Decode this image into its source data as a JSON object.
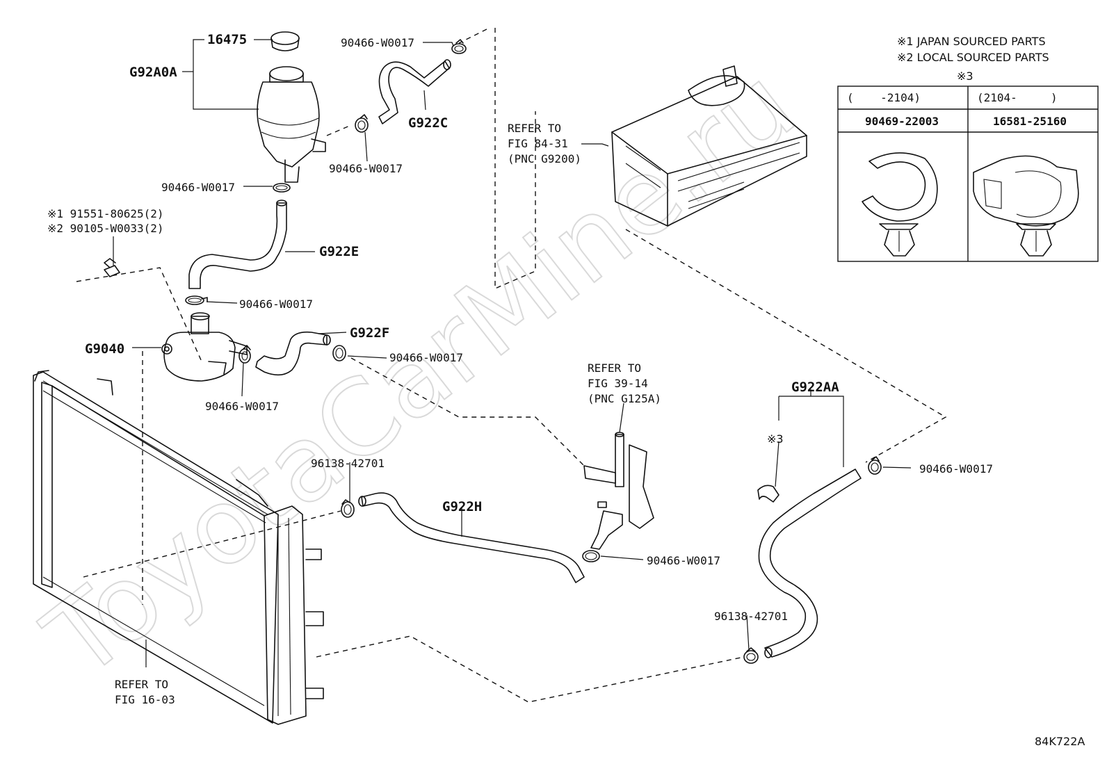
{
  "watermark": "ToyotaCarMine.ru",
  "notes": {
    "note1": "※1 JAPAN SOURCED PARTS",
    "note2": "※2 LOCAL SOURCED PARTS",
    "note3": "※3"
  },
  "table": {
    "col1_header": "(    -2104)",
    "col2_header": "(2104-     )",
    "col1_part": "90469-22003",
    "col2_part": "16581-25160"
  },
  "labels": {
    "p16475": "16475",
    "g92a0a": "G92A0A",
    "clamp_top": "90466-W0017",
    "g922c": "G922C",
    "clamp_c_lower": "90466-W0017",
    "clamp_tank": "90466-W0017",
    "bolt_jp": "※1 91551-80625(2)",
    "bolt_local": "※2 90105-W0033(2)",
    "g922e": "G922E",
    "clamp_e_lower": "90466-W0017",
    "g9040": "G9040",
    "g922f": "G922F",
    "clamp_f_right": "90466-W0017",
    "clamp_pump_lower": "90466-W0017",
    "refer_841_l1": "REFER TO",
    "refer_841_l2": "FIG 84-31",
    "refer_841_l3": "(PNC G9200)",
    "refer_3914_l1": "REFER TO",
    "refer_3914_l2": "FIG 39-14",
    "refer_3914_l3": "(PNC G125A)",
    "g922aa": "G922AA",
    "ref3": "※3",
    "clamp_aa": "90466-W0017",
    "clip_96138_a": "96138-42701",
    "g922h": "G922H",
    "clamp_h": "90466-W0017",
    "clip_96138_b": "96138-42701",
    "refer_1603_l1": "REFER TO",
    "refer_1603_l2": "FIG 16-03",
    "diagram_code": "84K722A"
  }
}
